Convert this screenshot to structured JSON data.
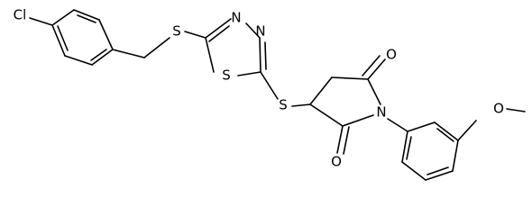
{
  "structure": {
    "atoms": [
      {
        "id": "cl",
        "label": "Cl"
      },
      {
        "id": "s_thioether",
        "label": "S"
      },
      {
        "id": "n_a",
        "label": "N"
      },
      {
        "id": "n_b",
        "label": "N"
      },
      {
        "id": "s_ring",
        "label": "S"
      },
      {
        "id": "s_bridge",
        "label": "S"
      },
      {
        "id": "o_top",
        "label": "O"
      },
      {
        "id": "o_bottom",
        "label": "O"
      },
      {
        "id": "n_imide",
        "label": "N"
      },
      {
        "id": "o_methoxy",
        "label": "O"
      }
    ]
  }
}
